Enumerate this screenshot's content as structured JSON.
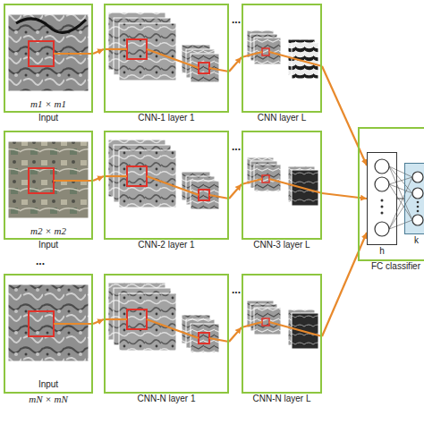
{
  "diagram": {
    "nodes": [
      {
        "text": [
          "m1 × m1",
          "Input"
        ]
      },
      {
        "text": [
          "CNN-1 layer 1"
        ]
      },
      {
        "text": [
          "CNN layer L"
        ]
      },
      {
        "text": [
          "m2 × m2",
          "Input"
        ]
      },
      {
        "text": [
          "CNN-2 layer 1"
        ]
      },
      {
        "text": [
          "CNN-3 layer L"
        ]
      },
      {
        "text": [
          "Input",
          "mN × mN"
        ]
      },
      {
        "text": [
          "CNN-N layer 1"
        ]
      },
      {
        "text": [
          "CNN-N layer L"
        ]
      },
      {
        "text": [
          "FC classifier"
        ]
      },
      {
        "text": [
          "h"
        ],
        "in": 9
      },
      {
        "text": [
          "k"
        ],
        "in": 9
      }
    ],
    "edges": [
      {
        "from": 0,
        "to": 1,
        "arrow": "to"
      },
      {
        "from": 1,
        "to": 2,
        "arrow": "to"
      },
      {
        "from": 2,
        "to": 10,
        "arrow": "to"
      },
      {
        "from": 3,
        "to": 4,
        "arrow": "to"
      },
      {
        "from": 4,
        "to": 5,
        "arrow": "to"
      },
      {
        "from": 5,
        "to": 10,
        "arrow": "to"
      },
      {
        "from": 6,
        "to": 7,
        "arrow": "to"
      },
      {
        "from": 7,
        "to": 8,
        "arrow": "to"
      },
      {
        "from": 8,
        "to": 10,
        "arrow": "to"
      },
      {
        "from": 10,
        "to": 11,
        "arrow": "none"
      }
    ],
    "labels": [
      "...",
      "...",
      "...",
      "..."
    ]
  }
}
